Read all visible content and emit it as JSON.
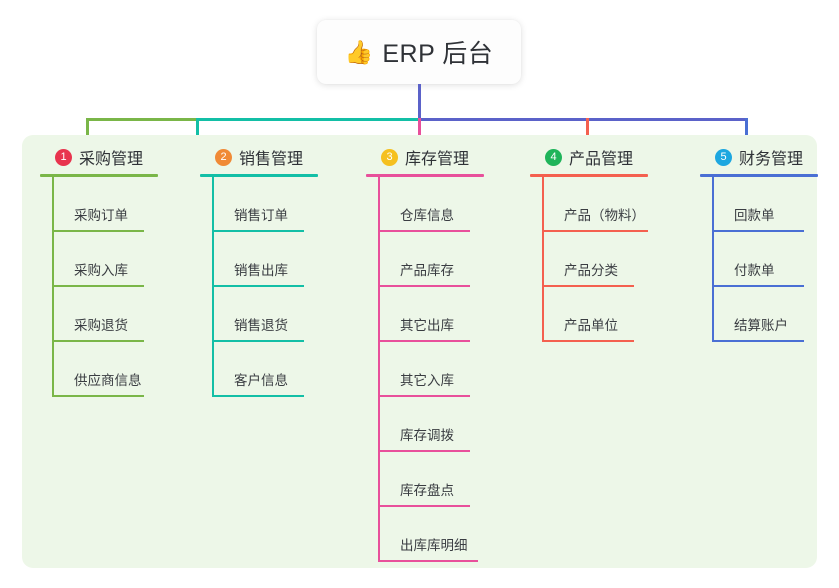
{
  "root": {
    "icon": "thumbs-up-icon",
    "emoji": "👍",
    "title": "ERP 后台"
  },
  "panel": {
    "background": "#edf7e8"
  },
  "columns": [
    {
      "number": "1",
      "title": "采购管理",
      "badge_color": "#e8344e",
      "line_color": "#7ab648",
      "trunk_color": "#7ab648",
      "items": [
        "采购订单",
        "采购入库",
        "采购退货",
        "供应商信息"
      ]
    },
    {
      "number": "2",
      "title": "销售管理",
      "badge_color": "#f08a36",
      "line_color": "#13bfa6",
      "trunk_color": "#13bfa6",
      "items": [
        "销售订单",
        "销售出库",
        "销售退货",
        "客户信息"
      ]
    },
    {
      "number": "3",
      "title": "库存管理",
      "badge_color": "#f5c01f",
      "line_color": "#e8509b",
      "trunk_color": "#e8509b",
      "items": [
        "仓库信息",
        "产品库存",
        "其它出库",
        "其它入库",
        "库存调拨",
        "库存盘点",
        "出库库明细"
      ]
    },
    {
      "number": "4",
      "title": "产品管理",
      "badge_color": "#1fb45a",
      "line_color": "#f4604f",
      "trunk_color": "#f4604f",
      "items": [
        "产品（物料）",
        "产品分类",
        "产品单位"
      ]
    },
    {
      "number": "5",
      "title": "财务管理",
      "badge_color": "#1da7e0",
      "line_color": "#4a6fd4",
      "trunk_color": "#4a6fd4",
      "items": [
        "回款单",
        "付款单",
        "结算账户"
      ]
    }
  ],
  "connectors": {
    "trunk_color": "#5b62c9",
    "bus_segments": [
      {
        "color": "#7ab648",
        "name": "bus-segment-green"
      },
      {
        "color": "#13bfa6",
        "name": "bus-segment-teal"
      },
      {
        "color": "#5b62c9",
        "name": "bus-segment-blue"
      }
    ]
  }
}
